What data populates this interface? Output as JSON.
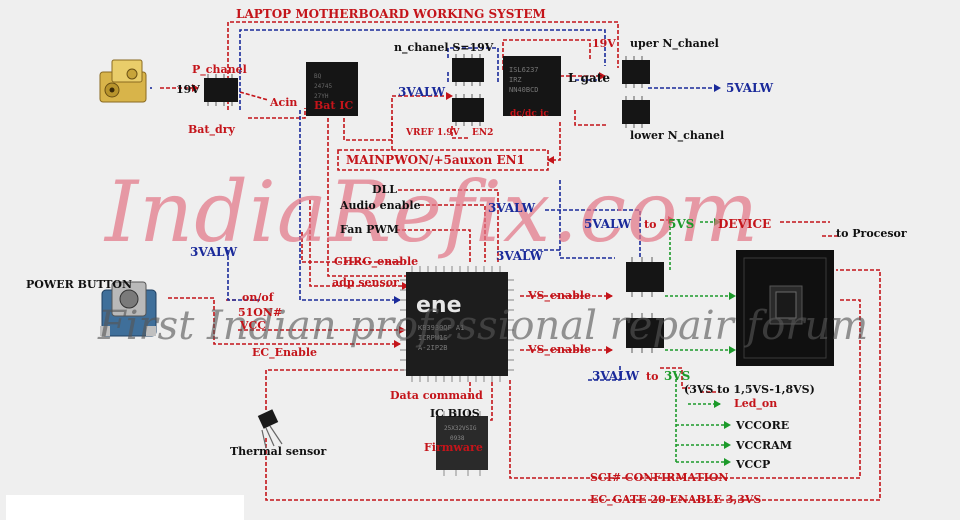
{
  "title": "LAPTOP MOTHERBOARD WORKING SYSTEM",
  "labels": {
    "n_chanel_s": "n_chanel S=19V",
    "v19_right": "19V",
    "uper_n_chanel": "uper N_chanel",
    "p_chanel": "P_chanel",
    "v19_left": "19V",
    "acin": "Acin",
    "bat_dry": "Bat_dry",
    "bat_ic": "Bat IC",
    "valw_top": "3VALW",
    "l_gate": "L gate",
    "valw5_top": "5VALW",
    "vref": "VREF 1.9V",
    "en2": "EN2",
    "dcdc_ic": "dc/dc ic",
    "lower_n_chanel": "lower N_chanel",
    "mainpwon": "MAINPWON/+5auxon EN1",
    "dll": "DLL",
    "audio_enable": "Audio enable",
    "valw_mid": "3VALW",
    "fan_pwm": "Fan PWM",
    "valw5_to": "5VALW",
    "to_word": "to",
    "vs5": "5VS",
    "device": "DEVICE",
    "to_procesor": "to Procesor",
    "valw_left": "3VALW",
    "chrg_enable": "CHRG_enable",
    "valw_ec": "3VALW",
    "adp_sensor": "adp sensor",
    "power_button": "POWER BUTTON",
    "on_of": "on/of",
    "on_signal": "51ON#",
    "vcc": "VCC",
    "vs_enable_1": "VS_enable",
    "ec_enable": "EC_Enable",
    "vs_enable_2": "VS_enable",
    "valw3_to": "3VALW",
    "to_word_2": "to",
    "vs3": "3VS",
    "conv": "(3VS to 1,5VS-1,8VS)",
    "data_command": "Data command",
    "led_on": "Led_on",
    "ic_bios": "IC BIOS",
    "vccore": "VCCORE",
    "thermal_sensor": "Thermal sensor",
    "firmware": "Firmware",
    "vccram": "VCCRAM",
    "vccp": "VCCP",
    "sci_confirmation": "SCI# CONFIRMATION",
    "ec_gate": "EC_GATE 20 ENABLE 3,3VS"
  },
  "chips": {
    "bat_ic_marking": [
      "BQ",
      "24745",
      "27YH"
    ],
    "dcdc_marking": [
      "ISL6237",
      "IRZ",
      "NN40BCD"
    ],
    "ec_brand": "ene",
    "ec_marking": [
      "KB3930QF A1",
      "ICRPW1S",
      "A-2IP2B"
    ],
    "bios_marking": [
      "25X32VSIG",
      "0938"
    ]
  },
  "watermark": {
    "main": "IndiaRefix.com",
    "sub": "First Indian professional repair forum"
  },
  "colors": {
    "red": "#c4141a",
    "blue": "#1a2a9a",
    "green": "#1c9a2a",
    "black": "#111111",
    "chip": "#151515",
    "watermark_pink": "#e27686"
  }
}
